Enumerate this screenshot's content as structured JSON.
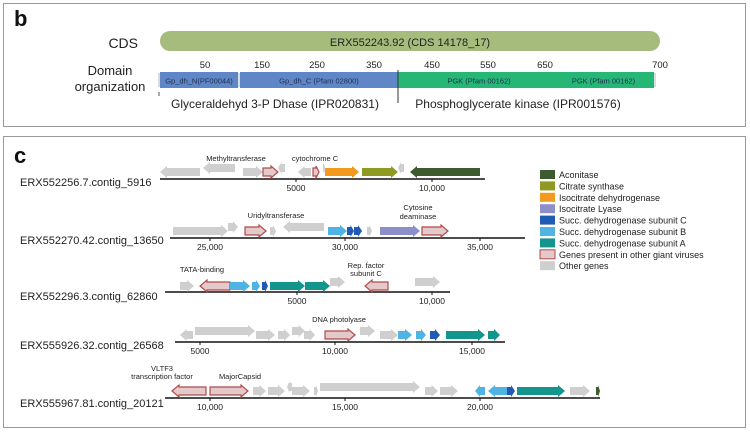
{
  "panel_b": {
    "label": "b",
    "cds_label": "CDS",
    "cds_name": "ERX552243.92 (CDS 14178_17)",
    "cds_color": "#a5bc7c",
    "domain_label_line1": "Domain",
    "domain_label_line2": "organization",
    "axis_ticks": [
      "50",
      "150",
      "250",
      "350",
      "450",
      "550",
      "650",
      "700"
    ],
    "domains": [
      {
        "label": "Gp_dh_N(PF00044)",
        "color": "#5f86c6"
      },
      {
        "label": "Gp_dh_C (Pfam 02800)",
        "color": "#5f86c6"
      },
      {
        "label": "PGK (Pfam 00162)",
        "color": "#26b777"
      },
      {
        "label": "PGK (Pfam 00162)",
        "color": "#26b777"
      }
    ],
    "groups": [
      {
        "label": "Glyceraldehyd 3-P Dhase (IPR020831)"
      },
      {
        "label": "Phosphoglycerate kinase (IPR001576)"
      }
    ]
  },
  "panel_c": {
    "label": "c",
    "legend": [
      {
        "label": "Aconitase",
        "color": "#3d5b2c"
      },
      {
        "label": "Citrate synthase",
        "color": "#8f9a22"
      },
      {
        "label": "Isocitrate dehydrogenase",
        "color": "#f39a1e"
      },
      {
        "label": "Isocitrate Lyase",
        "color": "#8d8fc9"
      },
      {
        "label": "Succ. dehydrogenase subunit C",
        "color": "#1f5bb4"
      },
      {
        "label": "Succ. dehydrogenase subunit B",
        "color": "#4fb4e3"
      },
      {
        "label": "Succ. dehydrogenase subunit A",
        "color": "#12958d"
      },
      {
        "label": "Genes present in other giant viruses",
        "color": "#e3c9c9"
      },
      {
        "label": "Other genes",
        "color": "#cfcfcf"
      }
    ],
    "contigs": [
      {
        "name": "ERX552256.7.contig_5916",
        "ticks": [
          "5000",
          "10,000"
        ],
        "annotations": [
          "Methyltransferase",
          "cytochrome C"
        ]
      },
      {
        "name": "ERX552270.42.contig_13650",
        "ticks": [
          "25,000",
          "30,000",
          "35,000"
        ],
        "annotations": [
          "Uridyltransferase",
          "Cytosine",
          "deaminase"
        ]
      },
      {
        "name": "ERX552296.3.contig_62860",
        "ticks": [
          "5000",
          "10,000"
        ],
        "annotations": [
          "TATA-binding",
          "Rep. factor",
          "subunit C"
        ]
      },
      {
        "name": "ERX555926.32.contig_26568",
        "ticks": [
          "5000",
          "10,000",
          "15,000"
        ],
        "annotations": [
          "DNA photolyase"
        ]
      },
      {
        "name": "ERX555967.81.contig_20121",
        "ticks": [
          "10,000",
          "15,000",
          "20,000"
        ],
        "annotations": [
          "VLTF3",
          "transcription factor",
          "MajorCapsid"
        ]
      }
    ]
  }
}
